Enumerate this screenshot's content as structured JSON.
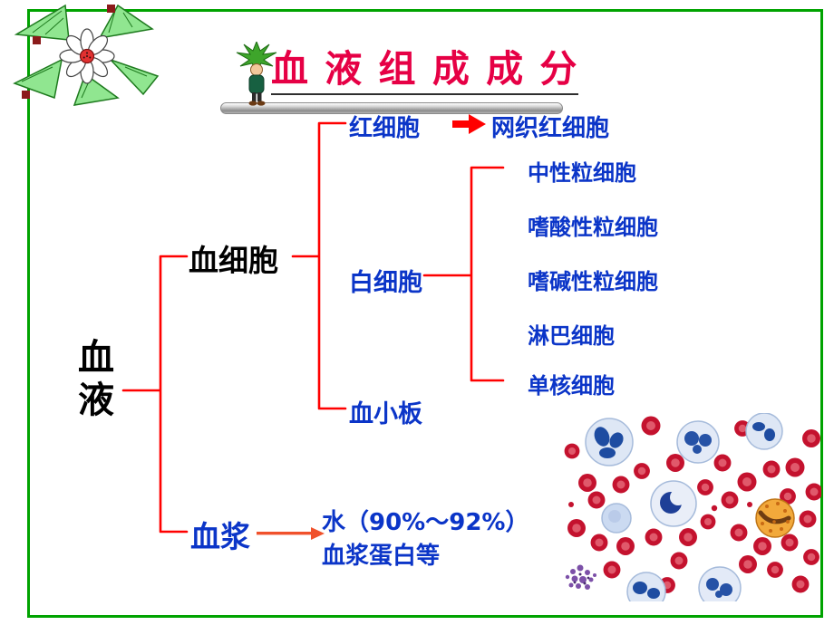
{
  "colors": {
    "border_green": "#00A300",
    "title_red": "#E60045",
    "node_blue": "#0B35C8",
    "bracket_red": "#FF0000",
    "plasma_arrow_orange": "#F0512B",
    "text_black": "#000000"
  },
  "title": {
    "text": "血 液 组 成 成 分"
  },
  "tree": {
    "root": [
      "血",
      "液"
    ],
    "level1": {
      "blood_cells": "血细胞",
      "plasma": "血浆"
    },
    "blood_cell_types": {
      "rbc": "红细胞",
      "reticulocyte": "网织红细胞",
      "wbc": "白细胞",
      "platelet": "血小板"
    },
    "leukocyte_types": [
      "中性粒细胞",
      "嗜酸性粒细胞",
      "嗜碱性粒细胞",
      "淋巴细胞",
      "单核细胞"
    ],
    "plasma_components": {
      "line1": "水（90%～92%）",
      "line2": "血浆蛋白等"
    }
  },
  "icons": {
    "rbc_arrow": "arrow-right-icon",
    "plasma_arrow": "arrow-right-icon",
    "corner_decoration": "flower-clipart",
    "title_decoration": "figure-clipart"
  }
}
